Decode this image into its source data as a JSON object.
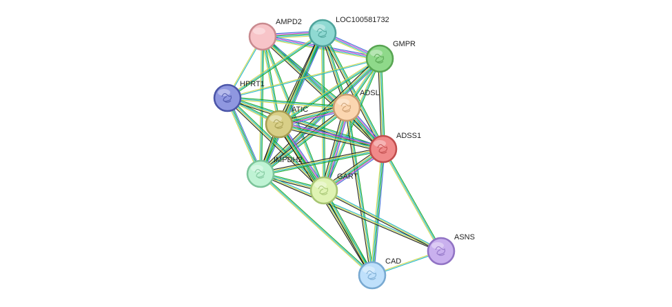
{
  "network": {
    "nodes": [
      {
        "id": "AMPD2",
        "label": "AMPD2",
        "fill": "#f7c4c8",
        "stroke": "#c98a8f",
        "has_structure": false
      },
      {
        "id": "LOC100581732",
        "label": "LOC100581732",
        "fill": "#8fd9d2",
        "stroke": "#4fa39b",
        "has_structure": true
      },
      {
        "id": "GMPR",
        "label": "GMPR",
        "fill": "#8fd98a",
        "stroke": "#58a552",
        "has_structure": true
      },
      {
        "id": "HPRT1",
        "label": "HPRT1",
        "fill": "#8f97e0",
        "stroke": "#4b55a8",
        "has_structure": true
      },
      {
        "id": "ADSL",
        "label": "ADSL",
        "fill": "#fbd6b0",
        "stroke": "#c99b6e",
        "has_structure": true
      },
      {
        "id": "ATIC",
        "label": "ATIC",
        "fill": "#d8cf87",
        "stroke": "#a79d52",
        "has_structure": true
      },
      {
        "id": "ADSS1",
        "label": "ADSS1",
        "fill": "#f08a8a",
        "stroke": "#c14d4d",
        "has_structure": true
      },
      {
        "id": "IMPDH2",
        "label": "IMPDH2",
        "fill": "#bff3d4",
        "stroke": "#7cc49a",
        "has_structure": true
      },
      {
        "id": "GART",
        "label": "GART",
        "fill": "#dff3b3",
        "stroke": "#a6c472",
        "has_structure": true
      },
      {
        "id": "ASNS",
        "label": "ASNS",
        "fill": "#c9b0ee",
        "stroke": "#9173c4",
        "has_structure": true
      },
      {
        "id": "CAD",
        "label": "CAD",
        "fill": "#bfe0fb",
        "stroke": "#78a9d1",
        "has_structure": true
      }
    ],
    "edges": [
      {
        "source": "AMPD2",
        "target": "LOC100581732",
        "colors": [
          "#3b6fd6",
          "#d548d5",
          "#1aaa2a",
          "#23b5c8",
          "#cfd84a"
        ]
      },
      {
        "source": "AMPD2",
        "target": "GMPR",
        "colors": [
          "#3b6fd6",
          "#d548d5",
          "#23b5c8",
          "#cfd84a"
        ]
      },
      {
        "source": "AMPD2",
        "target": "HPRT1",
        "colors": [
          "#23b5c8",
          "#cfd84a"
        ]
      },
      {
        "source": "AMPD2",
        "target": "ADSL",
        "colors": [
          "#1aaa2a",
          "#23b5c8",
          "#cfd84a"
        ]
      },
      {
        "source": "AMPD2",
        "target": "ATIC",
        "colors": [
          "#1aaa2a",
          "#23b5c8",
          "#cfd84a"
        ]
      },
      {
        "source": "AMPD2",
        "target": "ADSS1",
        "colors": [
          "#3b6fd6",
          "#1aaa2a",
          "#23b5c8",
          "#cfd84a",
          "#222222"
        ]
      },
      {
        "source": "AMPD2",
        "target": "IMPDH2",
        "colors": [
          "#1aaa2a",
          "#23b5c8",
          "#cfd84a"
        ]
      },
      {
        "source": "AMPD2",
        "target": "GART",
        "colors": [
          "#1aaa2a",
          "#23b5c8",
          "#cfd84a"
        ]
      },
      {
        "source": "LOC100581732",
        "target": "GMPR",
        "colors": [
          "#3b6fd6",
          "#d548d5",
          "#23b5c8",
          "#cfd84a"
        ]
      },
      {
        "source": "LOC100581732",
        "target": "HPRT1",
        "colors": [
          "#1aaa2a",
          "#23b5c8",
          "#cfd84a"
        ]
      },
      {
        "source": "LOC100581732",
        "target": "ADSL",
        "colors": [
          "#1aaa2a",
          "#23b5c8",
          "#cfd84a",
          "#222222"
        ]
      },
      {
        "source": "LOC100581732",
        "target": "ATIC",
        "colors": [
          "#3b6fd6",
          "#1aaa2a",
          "#23b5c8",
          "#cfd84a",
          "#222222"
        ]
      },
      {
        "source": "LOC100581732",
        "target": "ADSS1",
        "colors": [
          "#1aaa2a",
          "#23b5c8",
          "#cfd84a",
          "#222222"
        ]
      },
      {
        "source": "LOC100581732",
        "target": "IMPDH2",
        "colors": [
          "#3b6fd6",
          "#1aaa2a",
          "#23b5c8",
          "#cfd84a",
          "#222222"
        ]
      },
      {
        "source": "LOC100581732",
        "target": "GART",
        "colors": [
          "#1aaa2a",
          "#23b5c8",
          "#cfd84a"
        ]
      },
      {
        "source": "GMPR",
        "target": "HPRT1",
        "colors": [
          "#23b5c8",
          "#cfd84a"
        ]
      },
      {
        "source": "GMPR",
        "target": "ADSL",
        "colors": [
          "#1aaa2a",
          "#23b5c8",
          "#cfd84a"
        ]
      },
      {
        "source": "GMPR",
        "target": "ATIC",
        "colors": [
          "#1aaa2a",
          "#23b5c8",
          "#cfd84a"
        ]
      },
      {
        "source": "GMPR",
        "target": "ADSS1",
        "colors": [
          "#1aaa2a",
          "#23b5c8",
          "#cfd84a",
          "#222222"
        ]
      },
      {
        "source": "GMPR",
        "target": "IMPDH2",
        "colors": [
          "#3b6fd6",
          "#1aaa2a",
          "#23b5c8",
          "#cfd84a",
          "#222222"
        ]
      },
      {
        "source": "GMPR",
        "target": "GART",
        "colors": [
          "#1aaa2a",
          "#23b5c8",
          "#cfd84a"
        ]
      },
      {
        "source": "HPRT1",
        "target": "ADSL",
        "colors": [
          "#1aaa2a",
          "#23b5c8",
          "#cfd84a"
        ]
      },
      {
        "source": "HPRT1",
        "target": "ATIC",
        "colors": [
          "#1aaa2a",
          "#23b5c8",
          "#cfd84a"
        ]
      },
      {
        "source": "HPRT1",
        "target": "ADSS1",
        "colors": [
          "#1aaa2a",
          "#23b5c8",
          "#cfd84a",
          "#222222"
        ]
      },
      {
        "source": "HPRT1",
        "target": "IMPDH2",
        "colors": [
          "#3b6fd6",
          "#1aaa2a",
          "#23b5c8",
          "#cfd84a"
        ]
      },
      {
        "source": "HPRT1",
        "target": "GART",
        "colors": [
          "#1aaa2a",
          "#23b5c8",
          "#cfd84a",
          "#222222"
        ]
      },
      {
        "source": "ADSL",
        "target": "ATIC",
        "colors": [
          "#3b6fd6",
          "#d548d5",
          "#1aaa2a",
          "#23b5c8",
          "#cfd84a",
          "#222222"
        ]
      },
      {
        "source": "ADSL",
        "target": "ADSS1",
        "colors": [
          "#3b6fd6",
          "#d548d5",
          "#1aaa2a",
          "#23b5c8",
          "#cfd84a",
          "#222222"
        ]
      },
      {
        "source": "ADSL",
        "target": "IMPDH2",
        "colors": [
          "#1aaa2a",
          "#23b5c8",
          "#cfd84a",
          "#222222"
        ]
      },
      {
        "source": "ADSL",
        "target": "GART",
        "colors": [
          "#3b6fd6",
          "#d548d5",
          "#1aaa2a",
          "#23b5c8",
          "#cfd84a",
          "#222222"
        ]
      },
      {
        "source": "ADSL",
        "target": "CAD",
        "colors": [
          "#1aaa2a",
          "#23b5c8",
          "#cfd84a",
          "#222222"
        ]
      },
      {
        "source": "ATIC",
        "target": "ADSS1",
        "colors": [
          "#3b6fd6",
          "#d548d5",
          "#1aaa2a",
          "#23b5c8",
          "#cfd84a",
          "#222222"
        ]
      },
      {
        "source": "ATIC",
        "target": "IMPDH2",
        "colors": [
          "#1aaa2a",
          "#23b5c8",
          "#cfd84a",
          "#222222"
        ]
      },
      {
        "source": "ATIC",
        "target": "GART",
        "colors": [
          "#3b6fd6",
          "#d548d5",
          "#1aaa2a",
          "#23b5c8",
          "#cfd84a",
          "#222222"
        ]
      },
      {
        "source": "ATIC",
        "target": "CAD",
        "colors": [
          "#1aaa2a",
          "#23b5c8",
          "#cfd84a",
          "#222222"
        ]
      },
      {
        "source": "ADSS1",
        "target": "IMPDH2",
        "colors": [
          "#1aaa2a",
          "#23b5c8",
          "#cfd84a",
          "#222222"
        ]
      },
      {
        "source": "ADSS1",
        "target": "GART",
        "colors": [
          "#3b6fd6",
          "#d548d5",
          "#1aaa2a",
          "#23b5c8",
          "#cfd84a",
          "#222222"
        ]
      },
      {
        "source": "ADSS1",
        "target": "ASNS",
        "colors": [
          "#1aaa2a",
          "#23b5c8",
          "#cfd84a"
        ]
      },
      {
        "source": "ADSS1",
        "target": "CAD",
        "colors": [
          "#3b6fd6",
          "#1aaa2a",
          "#23b5c8",
          "#cfd84a"
        ]
      },
      {
        "source": "IMPDH2",
        "target": "GART",
        "colors": [
          "#1aaa2a",
          "#23b5c8",
          "#cfd84a",
          "#222222"
        ]
      },
      {
        "source": "IMPDH2",
        "target": "ASNS",
        "colors": [
          "#23b5c8",
          "#cfd84a",
          "#222222"
        ]
      },
      {
        "source": "IMPDH2",
        "target": "CAD",
        "colors": [
          "#1aaa2a",
          "#23b5c8",
          "#cfd84a"
        ]
      },
      {
        "source": "GART",
        "target": "ASNS",
        "colors": [
          "#23b5c8",
          "#cfd84a",
          "#222222"
        ]
      },
      {
        "source": "GART",
        "target": "CAD",
        "colors": [
          "#1aaa2a",
          "#23b5c8",
          "#cfd84a",
          "#222222"
        ]
      },
      {
        "source": "ASNS",
        "target": "CAD",
        "colors": [
          "#23b5c8",
          "#cfd84a"
        ]
      }
    ]
  }
}
